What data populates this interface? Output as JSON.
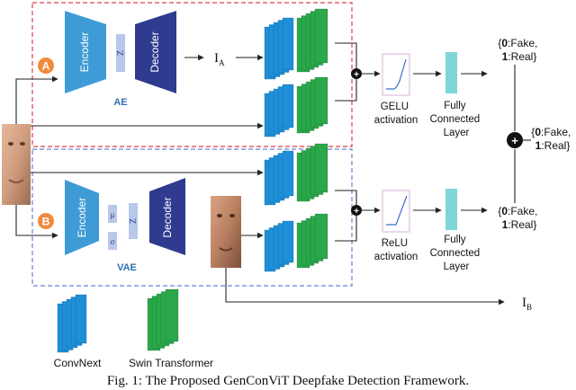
{
  "caption": "Fig. 1: The Proposed GenConViT Deepfake Detection Framework.",
  "branch_a": {
    "marker": "A",
    "encoder": "Encoder",
    "decoder": "Decoder",
    "latent": "Z",
    "name": "AE",
    "output_label": "I",
    "output_sub": "A"
  },
  "branch_b": {
    "marker": "B",
    "encoder": "Encoder",
    "decoder": "Decoder",
    "mu": "μ",
    "sigma": "σ",
    "latent": "Z",
    "name": "VAE",
    "output_label": "I",
    "output_sub": "B"
  },
  "top_head": {
    "activation": [
      "GELU",
      "activation"
    ],
    "fc": [
      "Fully",
      "Connected",
      "Layer"
    ],
    "out_prefix": "{",
    "out_zero": "0",
    "out_fake": ":Fake,",
    "out_one": "1",
    "out_real": ":Real}"
  },
  "bottom_head": {
    "activation": [
      "ReLU",
      "activation"
    ],
    "fc": [
      "Fully",
      "Connected",
      "Layer"
    ],
    "out_prefix": "{",
    "out_zero": "0",
    "out_fake": ":Fake,",
    "out_one": "1",
    "out_real": ":Real}"
  },
  "final_output": {
    "out_prefix": "{",
    "out_zero": "0",
    "out_fake": ":Fake,",
    "out_one": "1",
    "out_real": ":Real}"
  },
  "ops": {
    "add": "+"
  },
  "legend": {
    "convnext": "ConvNext",
    "swin": "Swin Transformer"
  },
  "colors": {
    "encoder_blue": "#3f9bd6",
    "decoder_navy": "#2f3b8f",
    "convnext_blue": "#1f8fd8",
    "swin_green": "#2aa84a",
    "fc_cyan": "#7fd6d6",
    "marker_orange": "#f08a3c",
    "top_box_red": "#e0404a",
    "bottom_box_blue": "#6a7fd8",
    "ae_text": "#2f6fb3"
  }
}
